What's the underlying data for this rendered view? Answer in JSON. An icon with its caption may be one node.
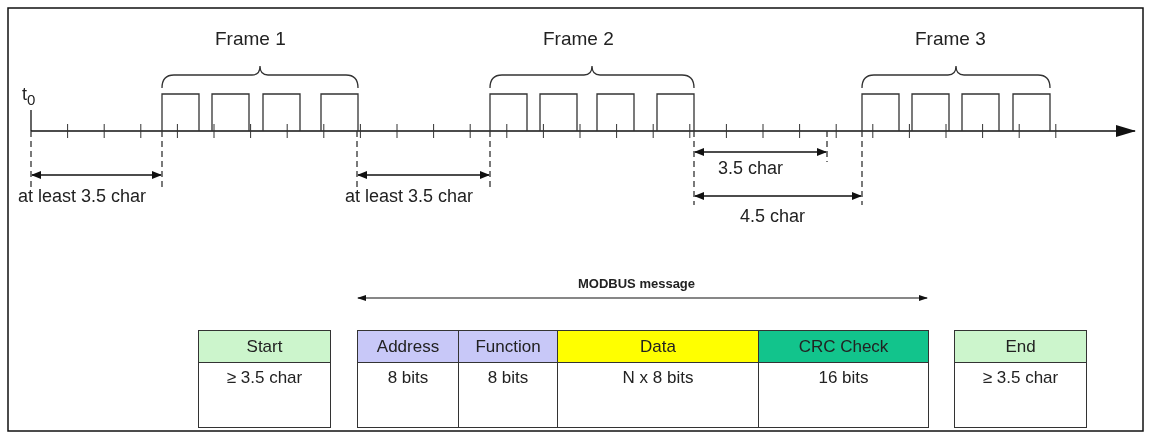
{
  "diagram": {
    "labels": [
      "Frame 1",
      "Frame 2",
      "Frame 3",
      "t$_{0}$",
      "at least 3.5 char",
      "at least 3.5 char",
      "3.5 char",
      "4.5 char",
      "MODBUS message",
      "Start",
      "Address",
      "Function",
      "Data",
      "CRC Check",
      "End",
      "≥ 3.5 char",
      "8 bits",
      "8 bits",
      "N x 8 bits",
      "16 bits",
      "≥ 3.5 char"
    ]
  }
}
